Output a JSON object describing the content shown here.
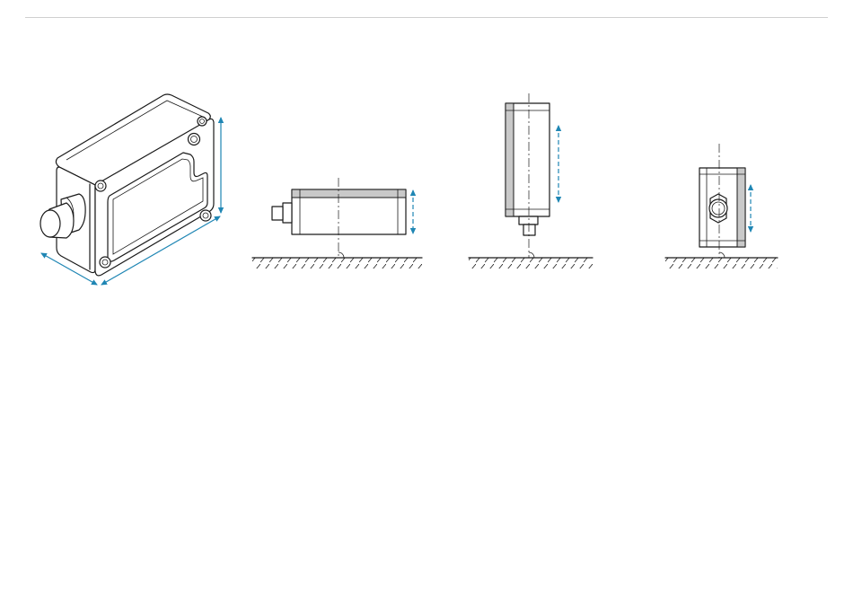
{
  "colors": {
    "line": "#1a1a1a",
    "dimension_arrow": "#1f86b4",
    "shade": "#c9c9c9",
    "rule": "#cfcfcf"
  },
  "views": [
    {
      "id": "isometric",
      "icon": "sensor-housing-isometric-icon"
    },
    {
      "id": "horizontal",
      "icon": "sensor-horizontal-mount-icon"
    },
    {
      "id": "vertical",
      "icon": "sensor-vertical-mount-icon"
    },
    {
      "id": "end-view",
      "icon": "sensor-end-view-icon"
    }
  ]
}
